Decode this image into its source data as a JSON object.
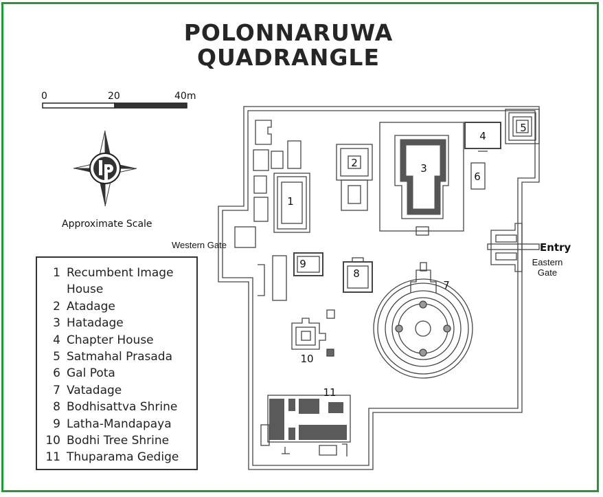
{
  "title": {
    "line1": "POLONNARUWA",
    "line2": "QUADRANGLE"
  },
  "scale": {
    "ticks": [
      "0",
      "20",
      "40m"
    ],
    "caption": "Approximate Scale"
  },
  "compass": {
    "logo_text": "lp"
  },
  "gates": {
    "western": "Western Gate",
    "entry": "Entry",
    "eastern_line1": "Eastern",
    "eastern_line2": "Gate"
  },
  "legend": {
    "items": [
      {
        "num": "1",
        "name": "Recumbent Image House"
      },
      {
        "num": "2",
        "name": "Atadage"
      },
      {
        "num": "3",
        "name": "Hatadage"
      },
      {
        "num": "4",
        "name": "Chapter House"
      },
      {
        "num": "5",
        "name": "Satmahal Prasada"
      },
      {
        "num": "6",
        "name": "Gal Pota"
      },
      {
        "num": "7",
        "name": "Vatadage"
      },
      {
        "num": "8",
        "name": "Bodhisattva Shrine"
      },
      {
        "num": "9",
        "name": "Latha-Mandapaya"
      },
      {
        "num": "10",
        "name": "Bodhi Tree Shrine"
      },
      {
        "num": "11",
        "name": "Thuparama Gedige"
      }
    ]
  },
  "colors": {
    "frame": "#1f9a35",
    "ink": "#333333",
    "dark_fill": "#5a5a5a"
  }
}
